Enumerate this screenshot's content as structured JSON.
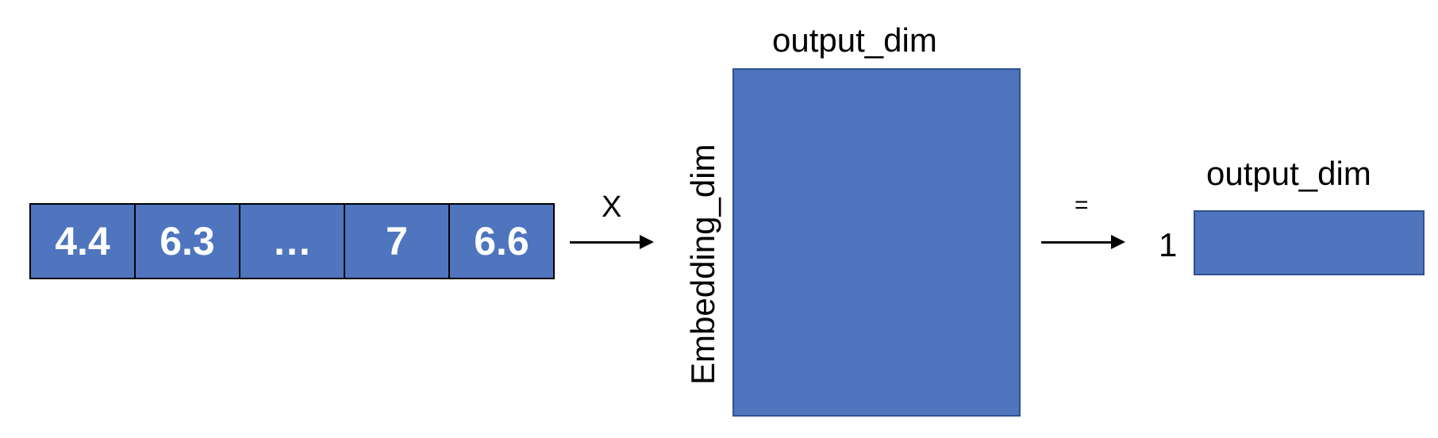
{
  "colors": {
    "block_fill": "#4e75be",
    "block_border": "#2f528f",
    "vector_border": "#000000",
    "text": "#000000",
    "cell_text": "#ffffff",
    "background": "#ffffff"
  },
  "input_vector": {
    "cells": [
      "4.4",
      "6.3",
      "…",
      "7",
      "6.6"
    ]
  },
  "operators": {
    "multiply": "X",
    "equals": "="
  },
  "matrix": {
    "top_label": "output_dim",
    "side_label": "Embedding_dim"
  },
  "result": {
    "top_label": "output_dim",
    "side_label": "1"
  }
}
